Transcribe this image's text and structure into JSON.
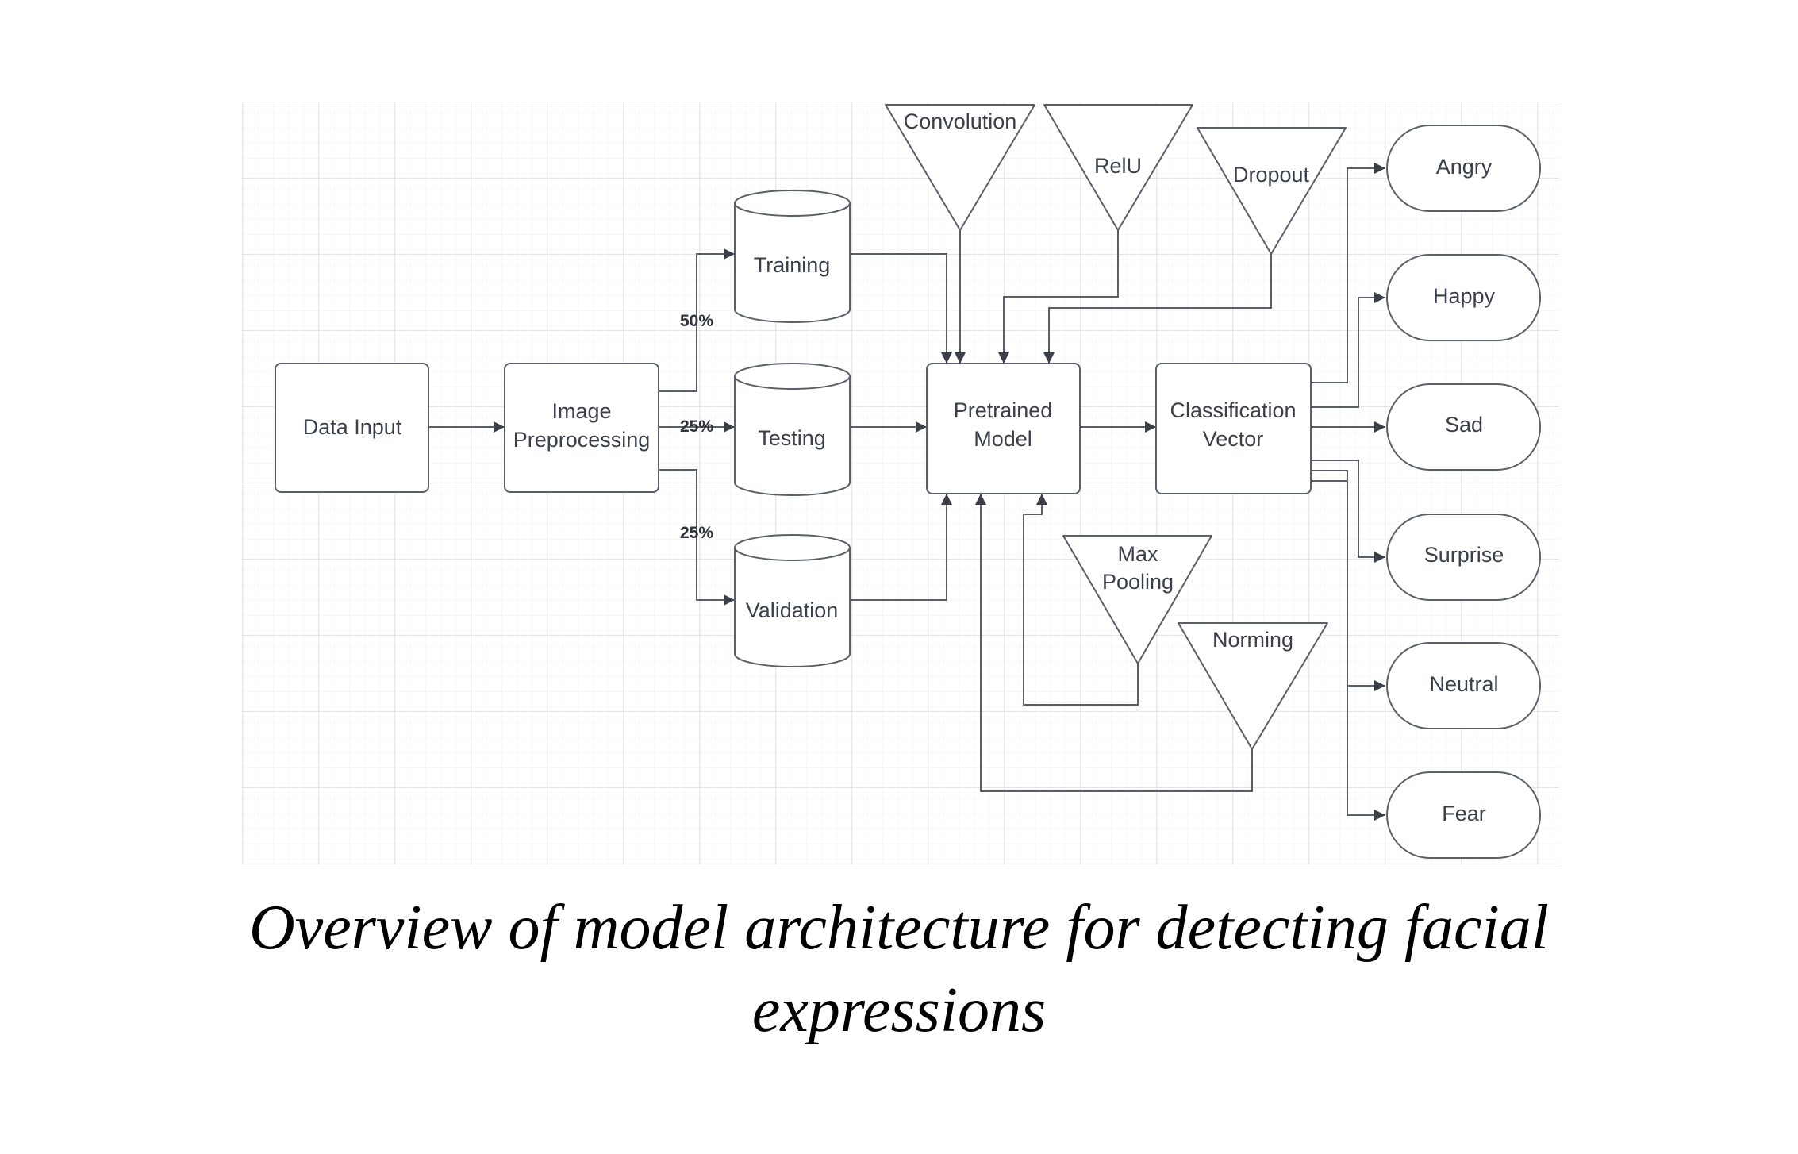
{
  "diagram": {
    "nodes": {
      "data_input": "Data Input",
      "image_preprocessing": [
        "Image",
        "Preprocessing"
      ],
      "training": "Training",
      "testing": "Testing",
      "validation": "Validation",
      "pretrained_model": [
        "Pretrained",
        "Model"
      ],
      "classification_vector": [
        "Classification",
        "Vector"
      ],
      "convolution": "Convolution",
      "relu": "RelU",
      "dropout": "Dropout",
      "max_pooling": [
        "Max",
        "Pooling"
      ],
      "norming": "Norming"
    },
    "split_labels": {
      "training": "50%",
      "testing": "25%",
      "validation": "25%"
    },
    "outputs": [
      "Angry",
      "Happy",
      "Sad",
      "Surprise",
      "Neutral",
      "Fear"
    ]
  },
  "caption": {
    "line1": "Overview of model architecture for detecting facial",
    "line2": "expressions"
  },
  "colors": {
    "stroke": "#5a5f6a",
    "arrow": "#3b3f47",
    "grid_minor": "#efefef",
    "grid_major": "#dcdcdc",
    "text": "#3a3f4a"
  }
}
